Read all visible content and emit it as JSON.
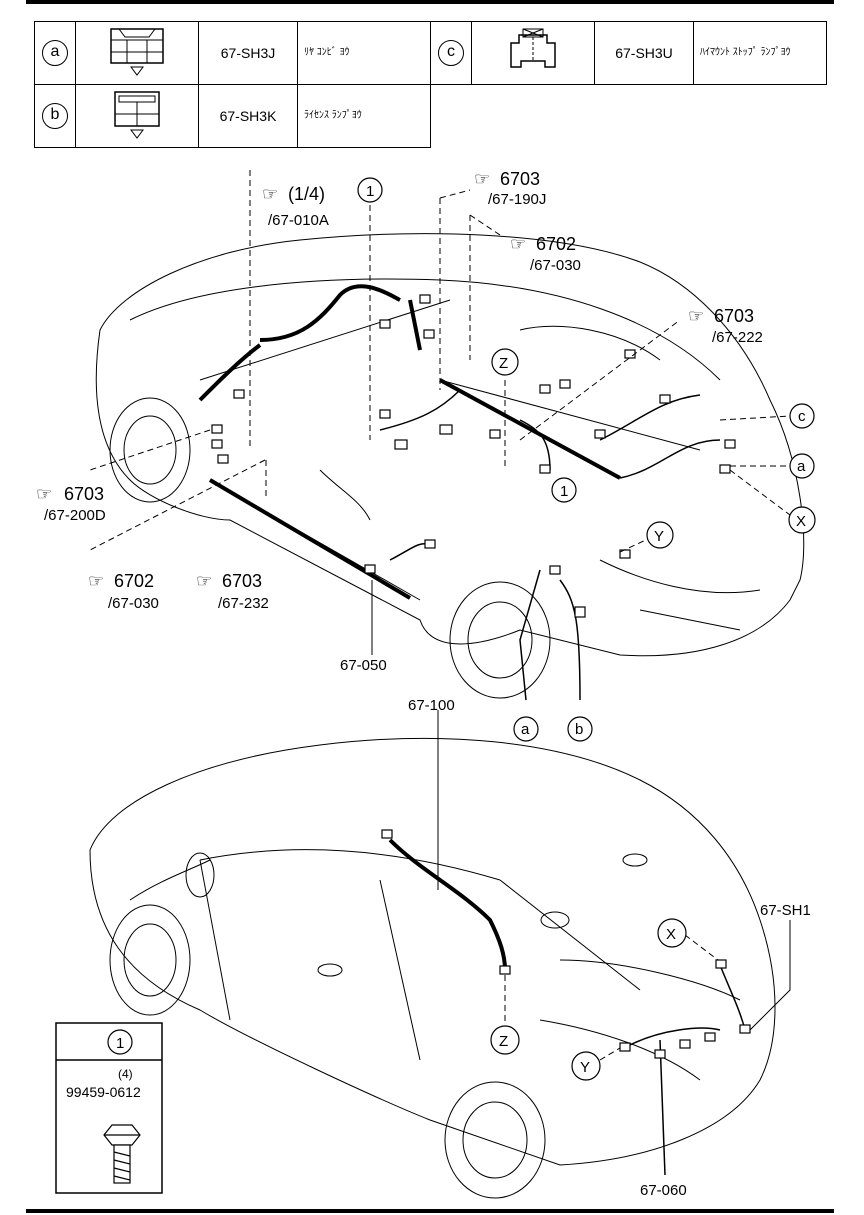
{
  "legend": [
    {
      "id": "a",
      "part_no": "67-SH3J",
      "name": "ﾘﾔ ｺﾝﾋﾞ ﾖｳ",
      "icon": "lamp-connector-a"
    },
    {
      "id": "c",
      "part_no": "67-SH3U",
      "name": "ﾊｲﾏｳﾝﾄ ｽﾄｯﾌﾟ ﾗﾝﾌﾟﾖｳ",
      "icon": "lamp-connector-c"
    },
    {
      "id": "b",
      "part_no": "67-SH3K",
      "name": "ﾗｲｾﾝｽ ﾗﾝﾌﾟﾖｳ",
      "icon": "lamp-connector-b"
    }
  ],
  "refs": {
    "r1": {
      "num": "(1/4)",
      "sub": "/67-010A"
    },
    "r2": {
      "num": "6703",
      "sub": "/67-190J"
    },
    "r3": {
      "num": "6702",
      "sub": "/67-030"
    },
    "r4": {
      "num": "6703",
      "sub": "/67-222"
    },
    "r5": {
      "num": "6703",
      "sub": "/67-200D"
    },
    "r6": {
      "num": "6702",
      "sub": "/67-030"
    },
    "r7": {
      "num": "6703",
      "sub": "/67-232"
    }
  },
  "callouts": {
    "one": "1",
    "z": "Z",
    "c": "c",
    "a": "a",
    "x": "X",
    "y": "Y",
    "b": "b"
  },
  "part_labels": {
    "p050": "67-050",
    "p100": "67-100",
    "psh1": "67-SH1",
    "p060": "67-060"
  },
  "bolt": {
    "id": "1",
    "part_no": "99459-0612",
    "qty": "(4)"
  }
}
